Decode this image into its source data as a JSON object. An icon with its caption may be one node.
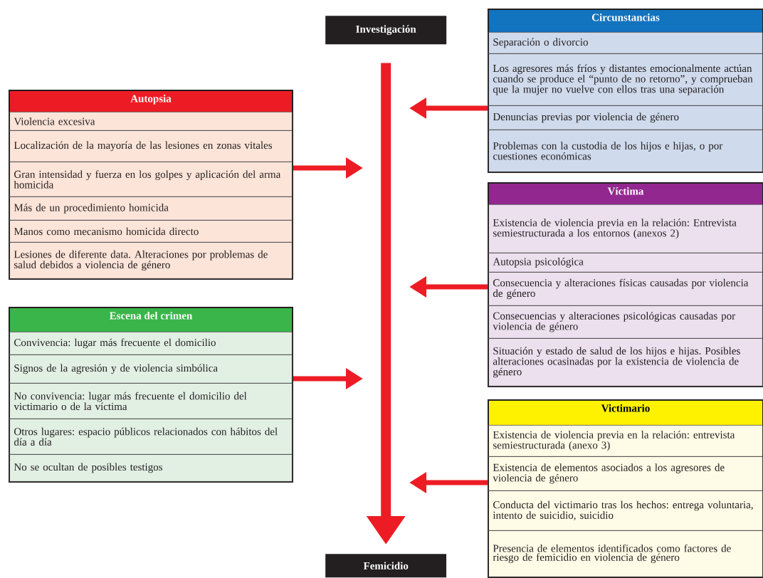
{
  "diagram": {
    "nodes": [
      {
        "text": [
          "Investigación"
        ]
      },
      {
        "text": [
          "Circunstancias"
        ]
      },
      {
        "text": [
          "Separación o divorcio"
        ],
        "in": 1
      },
      {
        "text": [
          "Los agresores más fríos y distantes emocionalmente actúan cuando se produce el “punto de no retorno”, y comprueban que la mujer no vuelve con ellos tras una separación"
        ],
        "in": 1
      },
      {
        "text": [
          "Denuncias previas por violencia de género"
        ],
        "in": 1
      },
      {
        "text": [
          "Problemas con la custodia de los hijos e hijas, o por cuestiones económicas"
        ],
        "in": 1
      },
      {
        "text": [
          "Autopsia"
        ]
      },
      {
        "text": [
          "Violencia excesiva"
        ],
        "in": 6
      },
      {
        "text": [
          "Localización de la mayoría de las lesiones en zonas vitales"
        ],
        "in": 6
      },
      {
        "text": [
          "Gran intensidad y fuerza en los golpes y aplicación del arma homicida"
        ],
        "in": 6
      },
      {
        "text": [
          "Más de un procedimiento homicida"
        ],
        "in": 6
      },
      {
        "text": [
          "Manos como mecanismo homicida directo"
        ],
        "in": 6
      },
      {
        "text": [
          "Lesiones de diferente data. Alteraciones por problemas de salud debidos a violencia de género"
        ],
        "in": 6
      },
      {
        "text": [
          "Víctima"
        ]
      },
      {
        "text": [
          "Existencia de violencia previa en la relación: Entrevista semiestructurada a los entornos (anexos 2)"
        ],
        "in": 13
      },
      {
        "text": [
          "Autopsia psicológica"
        ],
        "in": 13
      },
      {
        "text": [
          "Consecuencia y alteraciones físicas causadas por violencia de género"
        ],
        "in": 13
      },
      {
        "text": [
          "Consecuencias y alteraciones psicológicas causadas por violencia de género"
        ],
        "in": 13
      },
      {
        "text": [
          "Situación y estado de salud de los hijos e hijas. Posibles alteraciones ocasinadas por la existencia de violencia de género"
        ],
        "in": 13
      },
      {
        "text": [
          "Escena del crimen"
        ]
      },
      {
        "text": [
          "Convivencia: lugar más frecuente el domicilio"
        ],
        "in": 19
      },
      {
        "text": [
          "Signos de la agresión y de violencia simbólica"
        ],
        "in": 19
      },
      {
        "text": [
          "No convivencia: lugar más frecuente el domicilio del victimario o de la víctima"
        ],
        "in": 19
      },
      {
        "text": [
          "Otros lugares: espacio públicos relacionados con hábitos del día a día"
        ],
        "in": 19
      },
      {
        "text": [
          "No se ocultan de posibles testigos"
        ],
        "in": 19
      },
      {
        "text": [
          "Victimario"
        ]
      },
      {
        "text": [
          "Existencia de violencia previa en la relación: entrevista semiestructurada (anexo 3)"
        ],
        "in": 25
      },
      {
        "text": [
          "Existencia de elementos asociados a los agresores de violencia de género"
        ],
        "in": 25
      },
      {
        "text": [
          "Conducta del victimario tras los hechos: entrega voluntaria, intento de suicidio, suicidio"
        ],
        "in": 25
      },
      {
        "text": [
          "Presencia de elementos identificados como factores de riesgo de femicidio en violencia de género"
        ],
        "in": 25
      },
      {
        "text": [
          "Femicidio"
        ]
      }
    ],
    "edges": [
      {
        "from": 0,
        "to": 30,
        "arrow": "to",
        "style": "thick"
      },
      {
        "from": 1,
        "to": null,
        "arrow": "to"
      },
      {
        "from": 6,
        "to": null,
        "arrow": "to"
      },
      {
        "from": 13,
        "to": null,
        "arrow": "to"
      },
      {
        "from": 19,
        "to": null,
        "arrow": "to"
      },
      {
        "from": 25,
        "to": null,
        "arrow": "to"
      }
    ]
  }
}
